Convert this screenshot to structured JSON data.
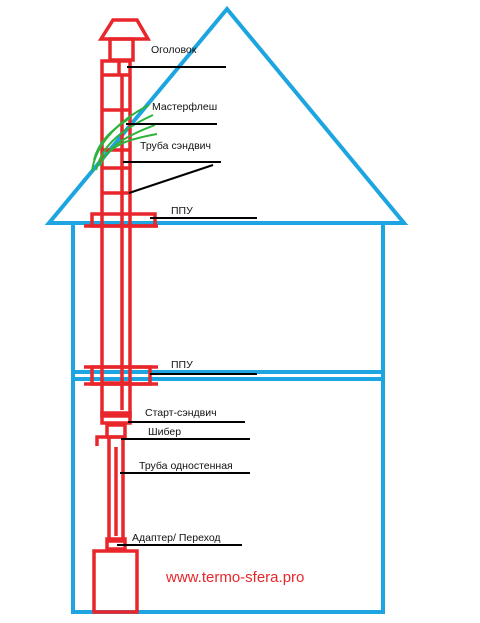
{
  "colors": {
    "house_outline": "#1ca5e0",
    "chimney": "#e8262b",
    "flashing": "#2bb33a",
    "leader_lines": "#000000",
    "watermark": "#e8262b"
  },
  "labels": {
    "cap": "Оголовок",
    "masterflash": "Мастерфлеш",
    "sandwich_pipe": "Труба сэндвич",
    "ppu_top": "ППУ",
    "ppu_bottom": "ППУ",
    "start_sandwich": "Старт-сэндвич",
    "damper": "Шибер",
    "single_wall_pipe": "Труба одностенная",
    "adapter": "Адаптер/ Переход"
  },
  "watermark": "www.termo-sfera.pro"
}
